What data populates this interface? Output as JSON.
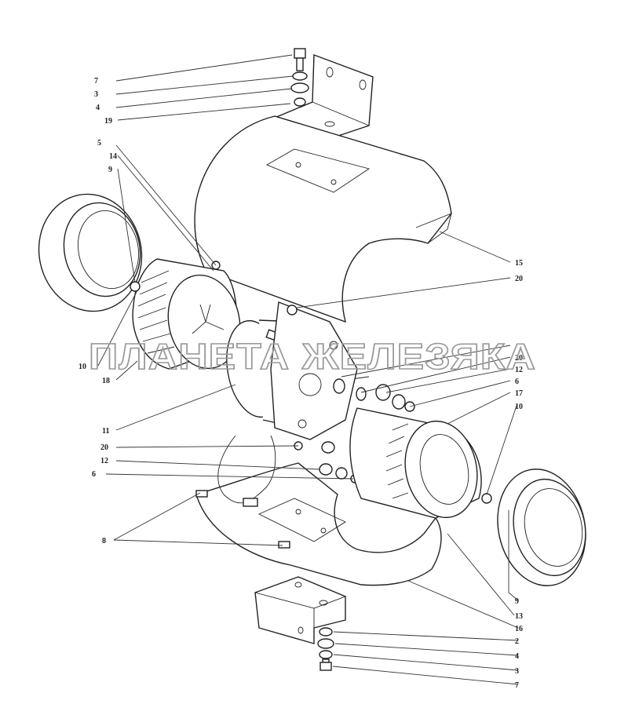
{
  "watermark": "ПЛАНЕТА ЖЕЛЕЗЯКА",
  "callouts": {
    "left_7": "7",
    "left_3": "3",
    "left_4": "4",
    "left_19": "19",
    "left_5": "5",
    "left_14": "14",
    "left_9": "9",
    "left_10": "10",
    "left_18": "18",
    "left_11": "11",
    "left_20": "20",
    "left_12": "12",
    "left_6": "6",
    "left_8": "8",
    "right_15": "15",
    "right_20a": "20",
    "right_20b": "20",
    "right_12": "12",
    "right_6": "6",
    "right_17": "17",
    "right_10": "10",
    "right_9": "9",
    "right_13": "13",
    "right_16": "16",
    "right_2": "2",
    "right_4": "4",
    "right_3": "3",
    "right_7": "7"
  }
}
